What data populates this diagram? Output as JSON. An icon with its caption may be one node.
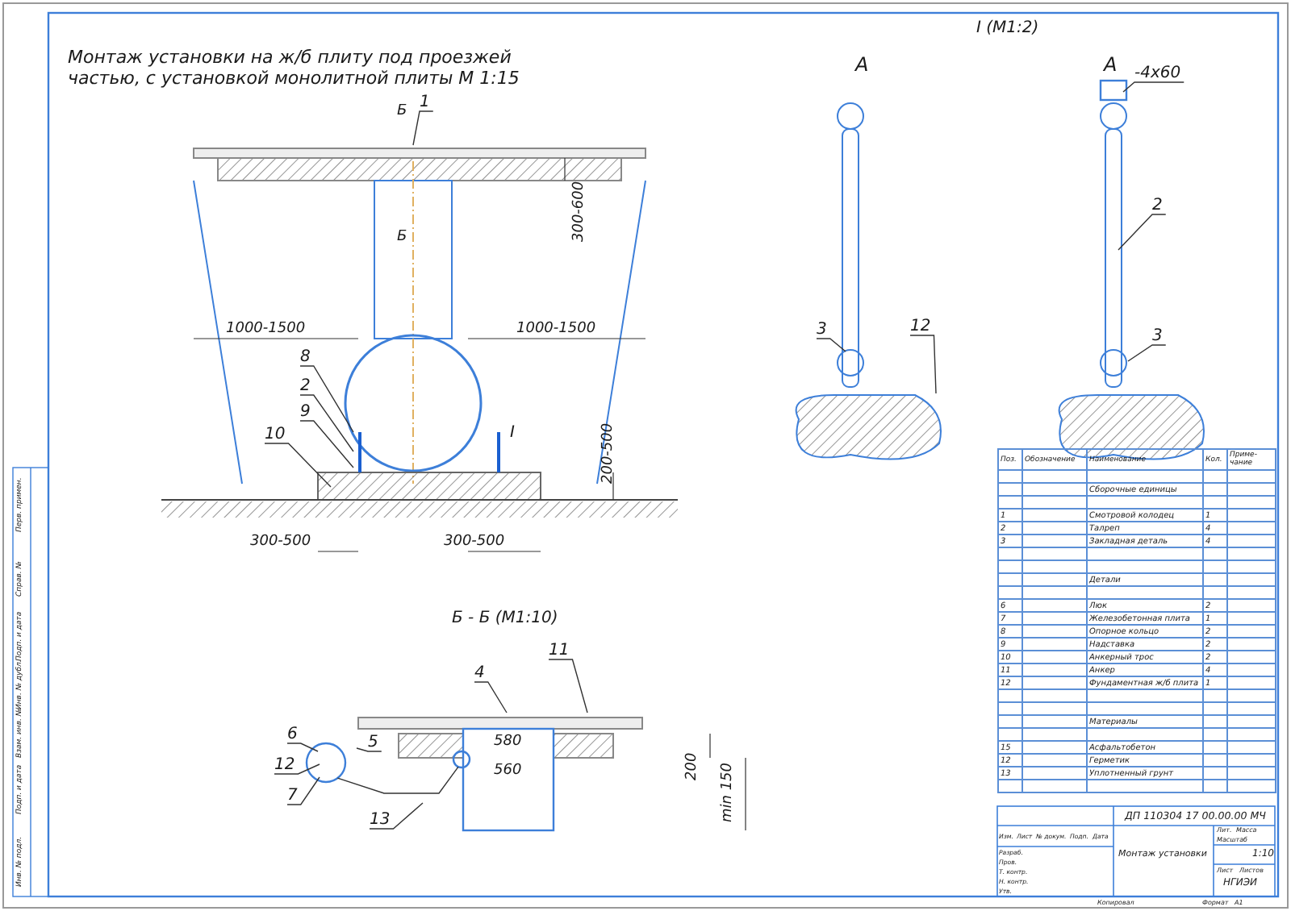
{
  "diagram": {
    "title": "Монтаж установки на ж/б плиту под проезжей частью, с установкой монолитной плиты М 1:15",
    "nodes": [
      {
        "text": [
          "1"
        ]
      },
      {
        "text": [
          "8"
        ]
      },
      {
        "text": [
          "2"
        ]
      },
      {
        "text": [
          "9"
        ]
      },
      {
        "text": [
          "10"
        ]
      },
      {
        "text": [
          "4"
        ]
      },
      {
        "text": [
          "11"
        ]
      },
      {
        "text": [
          "5"
        ]
      },
      {
        "text": [
          "6"
        ]
      },
      {
        "text": [
          "12"
        ]
      },
      {
        "text": [
          "7"
        ]
      },
      {
        "text": [
          "13"
        ]
      },
      {
        "text": [
          "3"
        ]
      },
      {
        "text": [
          "12"
        ]
      },
      {
        "text": [
          "-4x60"
        ]
      },
      {
        "text": [
          "2"
        ]
      },
      {
        "text": [
          "3"
        ]
      },
      {
        "text": [],
        "shape": "circle"
      },
      {
        "text": [],
        "shape": "circle"
      },
      {
        "text": [],
        "shape": "box"
      }
    ],
    "edges": [
      {
        "from": 0,
        "to": null,
        "arrow": "none"
      },
      {
        "from": 1,
        "to": null,
        "arrow": "none"
      },
      {
        "from": 2,
        "to": null,
        "arrow": "none"
      },
      {
        "from": 3,
        "to": null,
        "arrow": "none"
      },
      {
        "from": 4,
        "to": null,
        "arrow": "none"
      },
      {
        "from": 5,
        "to": null,
        "arrow": "none"
      },
      {
        "from": 6,
        "to": null,
        "arrow": "none"
      },
      {
        "from": 7,
        "to": null,
        "arrow": "none"
      },
      {
        "from": 8,
        "to": 17,
        "arrow": "none"
      },
      {
        "from": 9,
        "to": 17,
        "arrow": "none"
      },
      {
        "from": 10,
        "to": 17,
        "arrow": "none"
      },
      {
        "from": 11,
        "to": null,
        "arrow": "none"
      },
      {
        "from": 12,
        "to": null,
        "arrow": "none"
      },
      {
        "from": 13,
        "to": null,
        "arrow": "none"
      },
      {
        "from": 14,
        "to": 19,
        "arrow": "none"
      },
      {
        "from": 15,
        "to": null,
        "arrow": "none"
      },
      {
        "from": 16,
        "to": null,
        "arrow": "none"
      },
      {
        "from": 17,
        "to": 18,
        "arrow": "none"
      }
    ],
    "labels": [
      "I (М1:2)",
      "А",
      "А",
      "Б",
      "300-600",
      "Б",
      "1000-1500",
      "1000-1500",
      "I",
      "200-500",
      "300-500",
      "300-500",
      "Б - Б (М1:10)",
      "580",
      "560",
      "200",
      "min 150",
      "Поз.",
      "Обозначение",
      "Наименование",
      "Кол.",
      "Приме- чание",
      "Сборочные единицы",
      "1",
      "Смотровой колодец",
      "1",
      "2",
      "Талреп",
      "4",
      "3",
      "Закладная деталь",
      "4",
      "Детали",
      "6",
      "Люк",
      "2",
      "7",
      "Железобетонная плита",
      "1",
      "8",
      "Опорное кольцо",
      "2",
      "9",
      "Надставка",
      "2",
      "10",
      "Анкерный трос",
      "2",
      "11",
      "Анкер",
      "4",
      "12",
      "Фундаментная ж/б плита",
      "1",
      "Материалы",
      "15",
      "Асфальтобетон",
      "12",
      "Герметик",
      "13",
      "Уплотненный грунт",
      "ДП 110304 17 00.00.00 МЧ",
      "Изм.",
      "Лист",
      "№ докум.",
      "Подп.",
      "Дата",
      "Разраб.",
      "Пров.",
      "Т. контр.",
      "Н. контр.",
      "Утв.",
      "Монтаж установки",
      "Лит.",
      "Масса",
      "Масштаб",
      "1:10",
      "Лист",
      "Листов",
      "НГИЭИ",
      "Копировал",
      "Формат",
      "А1",
      "Перв. примен.",
      "Справ. №",
      "Подп. и дата",
      "Инв. № дубл.",
      "Взам. инв. №",
      "Подп. и дата",
      "Инв. № подл."
    ]
  }
}
